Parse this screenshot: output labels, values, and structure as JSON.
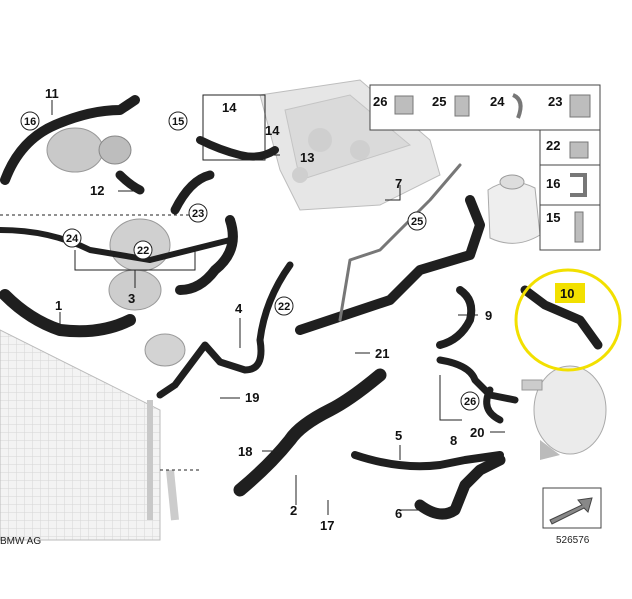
{
  "watermark_text": "BMW AG",
  "diagram_number": "526576",
  "highlight_color": "#f2e000",
  "part_labels": {
    "p1": "1",
    "p2": "2",
    "p3": "3",
    "p4": "4",
    "p5": "5",
    "p6": "6",
    "p7": "7",
    "p8": "8",
    "p9": "9",
    "p10": "10",
    "p11": "11",
    "p12": "12",
    "p13": "13",
    "p14a": "14",
    "p14b": "14",
    "p17": "17",
    "p18": "18",
    "p19": "19",
    "p20": "20",
    "p21": "21"
  },
  "circled_labels": {
    "c16": "16",
    "c15": "15",
    "c23": "23",
    "c24": "24",
    "c22a": "22",
    "c22b": "22",
    "c25": "25",
    "c26": "26"
  },
  "legend_labels": {
    "l26": "26",
    "l25": "25",
    "l24": "24",
    "l23": "23",
    "l22": "22",
    "l16": "16",
    "l15": "15"
  }
}
